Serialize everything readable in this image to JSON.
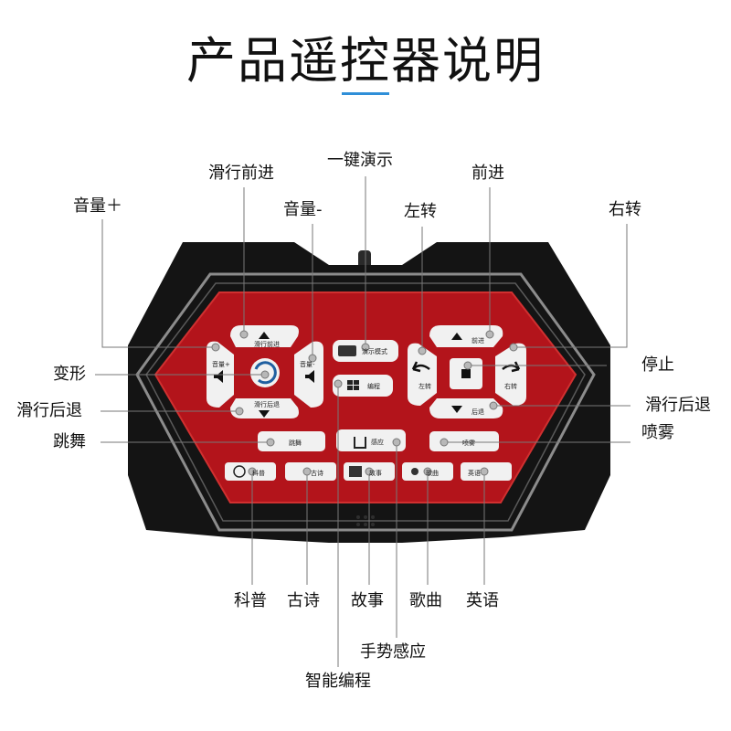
{
  "title": "产品遥控器说明",
  "colors": {
    "accent": "#2f8fd8",
    "panel_red": "#b3141b",
    "body_black": "#141414",
    "button_white": "#f1f1f1"
  },
  "labels": {
    "vol_up": "音量＋",
    "slide_forward": "滑行前进",
    "vol_down": "音量-",
    "demo": "一键演示",
    "turn_left": "左转",
    "forward": "前进",
    "turn_right": "右转",
    "transform": "变形",
    "stop": "停止",
    "slide_back_left": "滑行后退",
    "slide_back_right": "滑行后退",
    "dance": "跳舞",
    "spray": "喷雾",
    "science": "科普",
    "poem": "古诗",
    "story": "故事",
    "song": "歌曲",
    "english": "英语",
    "gesture": "手势感应",
    "programming": "智能编程"
  },
  "buttons": {
    "slide_forward": "滑行前进",
    "vol_up": "音量+",
    "vol_down": "音量-",
    "demo_mode": "演示模式",
    "program": "编程",
    "slide_back": "滑行后退",
    "forward": "前进",
    "left": "左转",
    "right": "右转",
    "back": "后退",
    "dance": "跳舞",
    "gesture": "感应",
    "spray": "喷雾",
    "science": "科普",
    "poem": "古诗",
    "story": "故事",
    "song": "歌曲",
    "english": "英语"
  },
  "icons": [
    "play-up-icon",
    "play-down-icon",
    "speaker-icon",
    "rotate-icon",
    "film-icon",
    "windows-icon",
    "turn-left-icon",
    "turn-right-icon",
    "stop-icon",
    "hand-icon",
    "atom-icon",
    "book-icon",
    "music-icon"
  ]
}
